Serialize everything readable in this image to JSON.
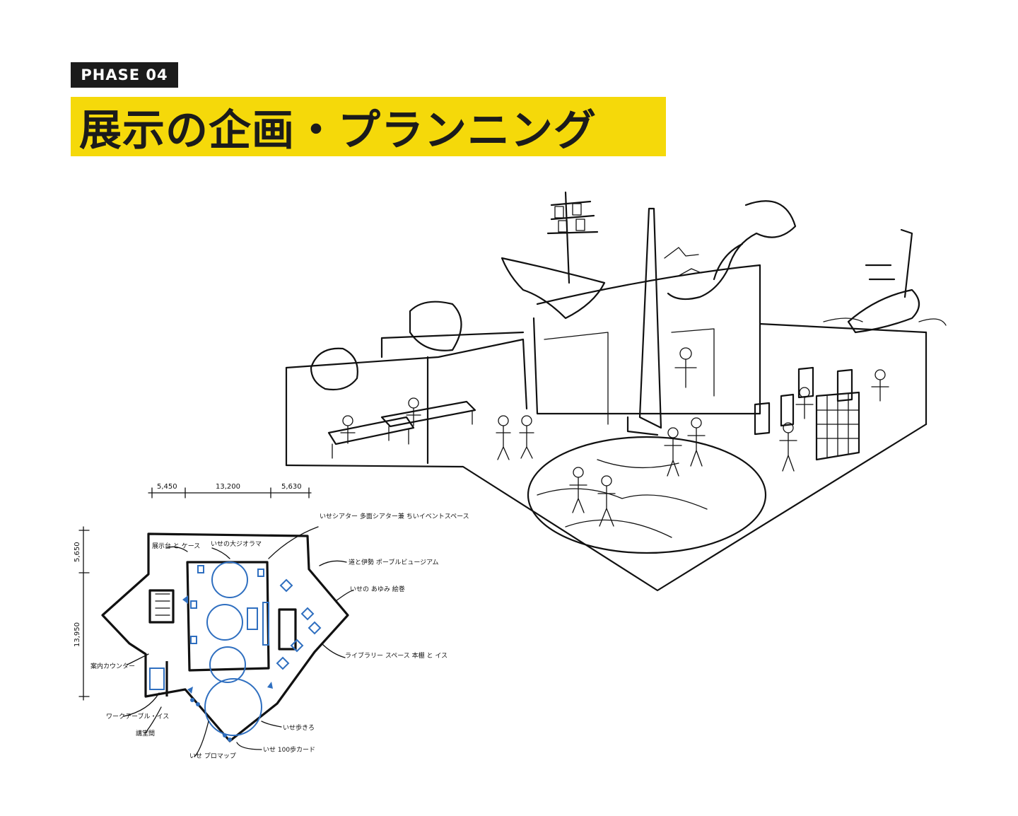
{
  "header": {
    "phase_label": "PHASE 04",
    "title": "展示の企画・プランニング"
  },
  "floor_plan": {
    "dimensions_top": [
      "5,450",
      "13,200",
      "5,630"
    ],
    "dimensions_left": [
      "5,650",
      "13,950"
    ],
    "annotations": [
      "いせシアター 多面シアター兼 ちいイベントスペース",
      "道と伊勢 ポーブルビュージアム",
      "いせの あゆみ 絵巻",
      "ライブラリー スペース 本棚 と イス",
      "いせ歩きろ",
      "いせ 100歩カード",
      "いせ プロマップ",
      "講堂間",
      "ワークテーブル・イス",
      "案内カウンター",
      "展示台 と ケース",
      "いせの大ジオラマ"
    ]
  },
  "colors": {
    "accent": "#f5d90a",
    "badge": "#1b1b1b",
    "plan_blue": "#2f6fc0"
  }
}
